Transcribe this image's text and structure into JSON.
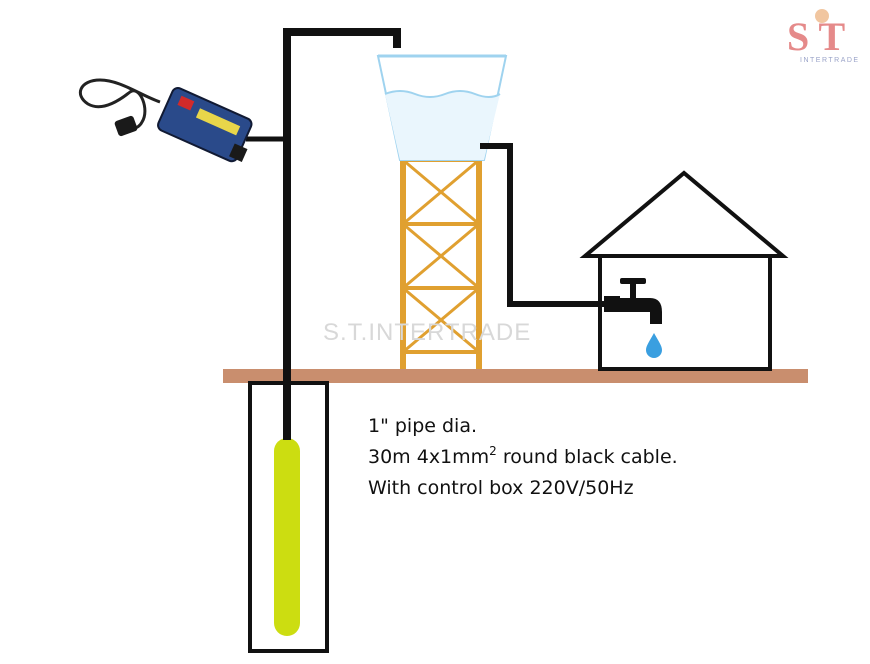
{
  "logo": {
    "letters": "S T",
    "brand": "INTERTRADE",
    "colors": {
      "s": "#e58a8a",
      "t": "#e04848",
      "sub": "#9aa3c8"
    }
  },
  "watermark": "S.T.INTERTRADE",
  "specs": {
    "line1": "1\" pipe dia.",
    "line2_pre": "30m 4x1mm",
    "line2_sup": "2",
    "line2_post": " round black cable.",
    "line3": "With control box 220V/50Hz"
  },
  "colors": {
    "pipe": "#111111",
    "ground": "#c98e6e",
    "tower": "#e0a030",
    "tank": "#9fd3ef",
    "pump": "#ccdd11",
    "control_box": "#2a4a8a",
    "water_drop": "#3a9fe0"
  },
  "icons": {
    "control_box": "control-box-icon",
    "faucet": "faucet-icon",
    "house": "house-icon",
    "water_drop": "water-drop-icon"
  }
}
